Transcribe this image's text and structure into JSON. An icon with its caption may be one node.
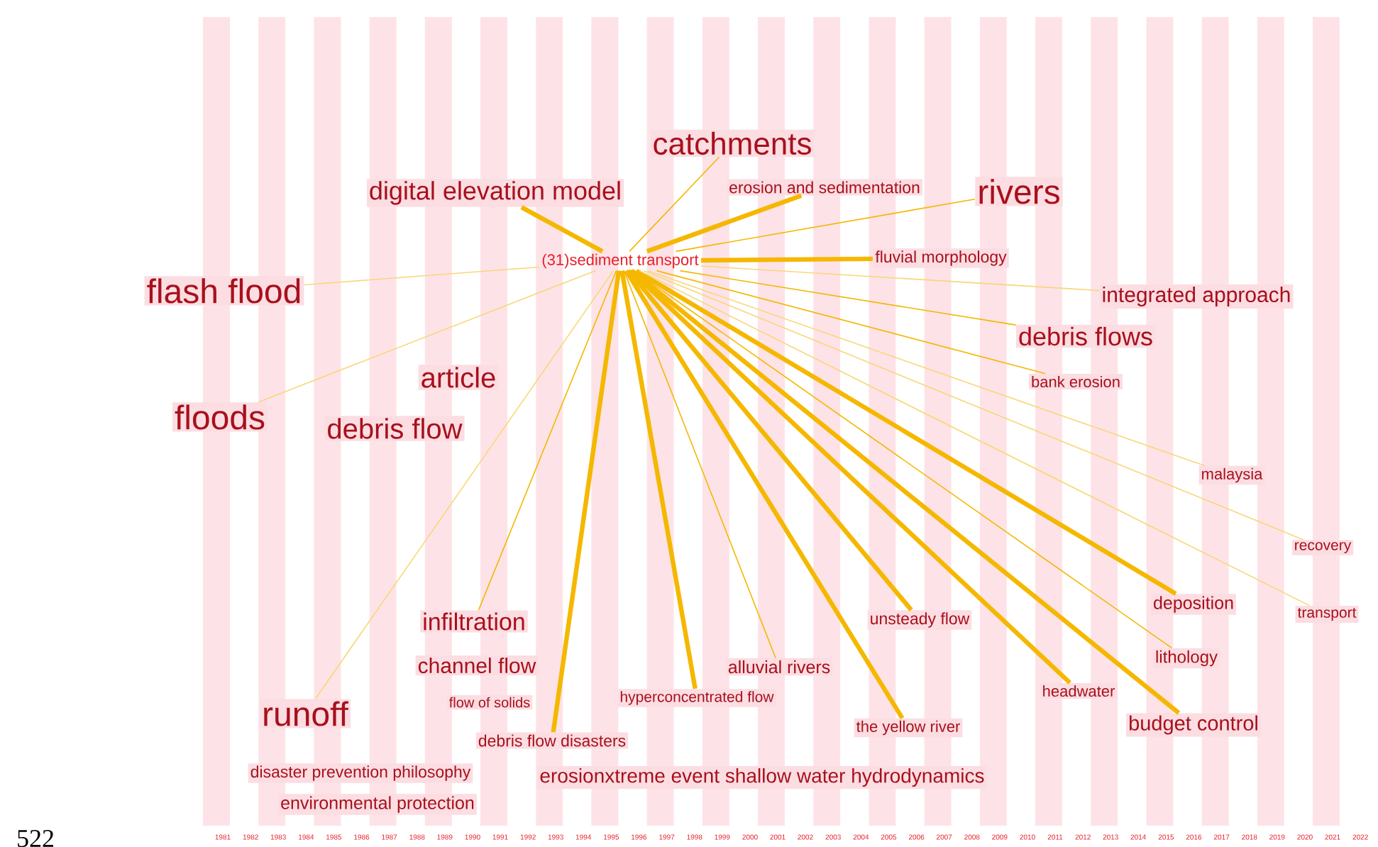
{
  "diagram": {
    "nodes": [
      {
        "text": [
          "(31)sediment transport"
        ]
      },
      {
        "text": [
          "flash flood"
        ]
      },
      {
        "text": [
          "floods"
        ]
      },
      {
        "text": [
          "runoff"
        ]
      },
      {
        "text": [
          "rivers"
        ]
      },
      {
        "text": [
          "catchments"
        ]
      },
      {
        "text": [
          "integrated approach"
        ]
      },
      {
        "text": [
          "debris flows"
        ]
      },
      {
        "text": [
          "digital elevation model"
        ]
      },
      {
        "text": [
          "bank erosion"
        ]
      },
      {
        "text": [
          "article"
        ]
      },
      {
        "text": [
          "debris flow"
        ]
      },
      {
        "text": [
          "erosionxtreme event shallow water hydrodynamics"
        ]
      },
      {
        "text": [
          "infiltration"
        ]
      },
      {
        "text": [
          "erosion and sedimentation"
        ]
      },
      {
        "text": [
          "fluvial morphology"
        ]
      },
      {
        "text": [
          "hyperconcentrated flow"
        ]
      },
      {
        "text": [
          "unsteady flow"
        ]
      },
      {
        "text": [
          "alluvial rivers"
        ]
      },
      {
        "text": [
          "malaysia"
        ]
      },
      {
        "text": [
          "deposition"
        ]
      },
      {
        "text": [
          "lithology"
        ]
      },
      {
        "text": [
          "recovery"
        ]
      },
      {
        "text": [
          "transport"
        ]
      },
      {
        "text": [
          "channel flow"
        ]
      },
      {
        "text": [
          "disaster prevention philosophy"
        ]
      },
      {
        "text": [
          "flow of solids"
        ]
      },
      {
        "text": [
          "environmental protection"
        ]
      },
      {
        "text": [
          "debris flow disasters"
        ]
      },
      {
        "text": [
          "headwater"
        ]
      },
      {
        "text": [
          "the yellow river"
        ]
      },
      {
        "text": [
          "budget control"
        ]
      }
    ],
    "edges": [
      {
        "from": 0,
        "to": 1,
        "arrow": "none",
        "color": "#f8d77a"
      },
      {
        "from": 0,
        "to": 2,
        "arrow": "none",
        "color": "#f8d77a"
      },
      {
        "from": 0,
        "to": 3,
        "arrow": "none",
        "color": "#f8d77a"
      },
      {
        "from": 0,
        "to": 4,
        "arrow": "none"
      },
      {
        "from": 0,
        "to": 5,
        "arrow": "none"
      },
      {
        "from": 0,
        "to": 6,
        "arrow": "none",
        "color": "#f8d77a"
      },
      {
        "from": 0,
        "to": 7,
        "arrow": "none"
      },
      {
        "from": 0,
        "to": 8,
        "arrow": "none",
        "style": "thick"
      },
      {
        "from": 0,
        "to": 9,
        "arrow": "none"
      },
      {
        "from": 0,
        "to": 28,
        "arrow": "none",
        "style": "thick"
      },
      {
        "from": 0,
        "to": 13,
        "arrow": "none"
      },
      {
        "from": 0,
        "to": 14,
        "arrow": "none",
        "style": "thick"
      },
      {
        "from": 0,
        "to": 15,
        "arrow": "none",
        "style": "thick"
      },
      {
        "from": 0,
        "to": 16,
        "arrow": "none",
        "style": "thick"
      },
      {
        "from": 0,
        "to": 17,
        "arrow": "none",
        "style": "thick"
      },
      {
        "from": 0,
        "to": 18,
        "arrow": "none"
      },
      {
        "from": 0,
        "to": 19,
        "arrow": "none",
        "color": "#f8d77a"
      },
      {
        "from": 0,
        "to": 20,
        "arrow": "none",
        "style": "thick"
      },
      {
        "from": 0,
        "to": 21,
        "arrow": "none"
      },
      {
        "from": 0,
        "to": 22,
        "arrow": "none",
        "color": "#f8d77a"
      },
      {
        "from": 0,
        "to": 23,
        "arrow": "none",
        "color": "#f8d77a"
      },
      {
        "from": 0,
        "to": 29,
        "arrow": "none",
        "style": "thick"
      },
      {
        "from": 0,
        "to": 30,
        "arrow": "none",
        "style": "thick"
      },
      {
        "from": 0,
        "to": 31,
        "arrow": "none",
        "style": "thick"
      }
    ],
    "labels": [
      "1981",
      "1982",
      "1983",
      "1984",
      "1985",
      "1986",
      "1987",
      "1988",
      "1989",
      "1990",
      "1991",
      "1992",
      "1993",
      "1994",
      "1995",
      "1996",
      "1997",
      "1998",
      "1999",
      "2000",
      "2001",
      "2002",
      "2003",
      "2004",
      "2005",
      "2006",
      "2007",
      "2008",
      "2009",
      "2010",
      "2011",
      "2012",
      "2013",
      "2014",
      "2015",
      "2016",
      "2017",
      "2018",
      "2019",
      "2020",
      "2021",
      "2022",
      "522"
    ]
  }
}
